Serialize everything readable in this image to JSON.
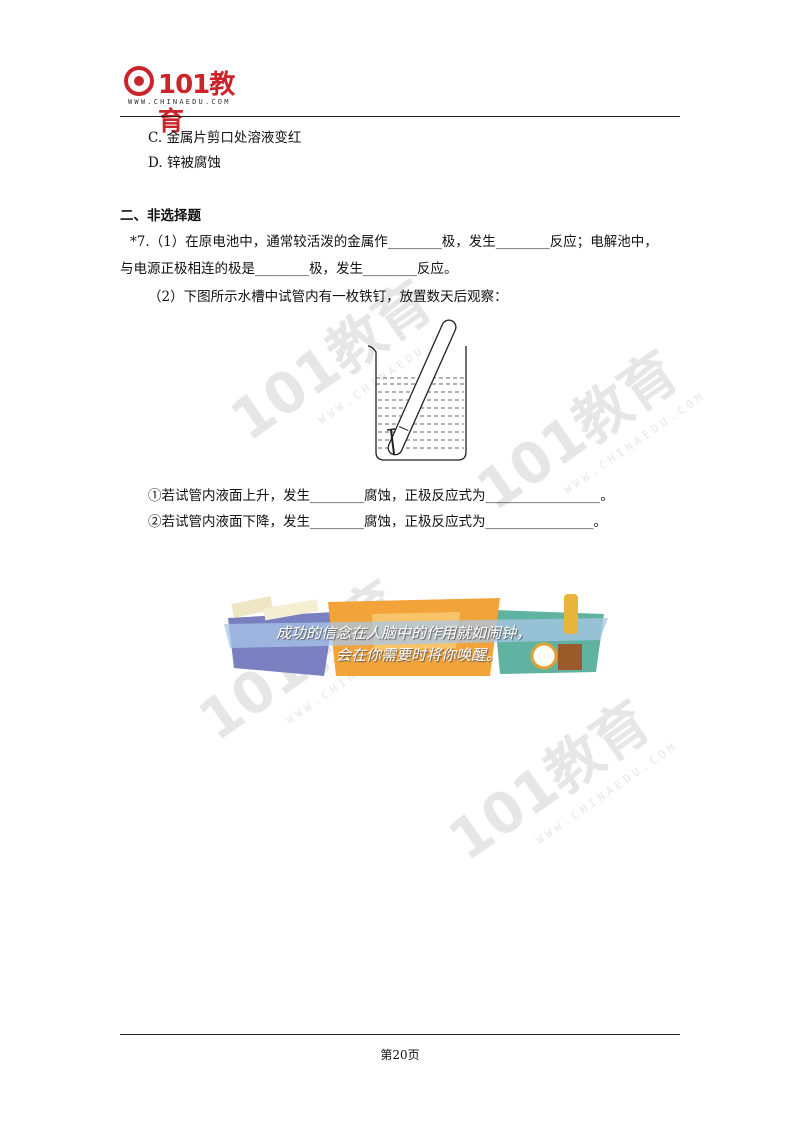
{
  "header": {
    "logo_text": "101教育",
    "logo_url": "WWW.CHINAEDU.COM"
  },
  "options": [
    {
      "letter": "C.",
      "text": "金属片剪口处溶液变红"
    },
    {
      "letter": "D.",
      "text": "锌被腐蚀"
    }
  ],
  "section_title": "二、非选择题",
  "question": {
    "line1": "*7.（1）在原电池中，通常较活泼的金属作________极，发生________反应；电解池中，",
    "line2": "与电源正极相连的极是________极，发生________反应。",
    "line3": "（2）下图所示水槽中试管内有一枚铁钉，放置数天后观察：",
    "sub1": "①若试管内液面上升，发生________腐蚀，正极反应式为_________________。",
    "sub2": "②若试管内液面下降，发生________腐蚀，正极反应式为________________。"
  },
  "banner": {
    "line1": "成功的信念在人脑中的作用就如闹钟，",
    "line2": "会在你需要时将你唤醒。"
  },
  "watermark": {
    "text": "101教育",
    "url": "WWW.CHINAEDU.COM"
  },
  "footer": {
    "page": "第20页"
  }
}
